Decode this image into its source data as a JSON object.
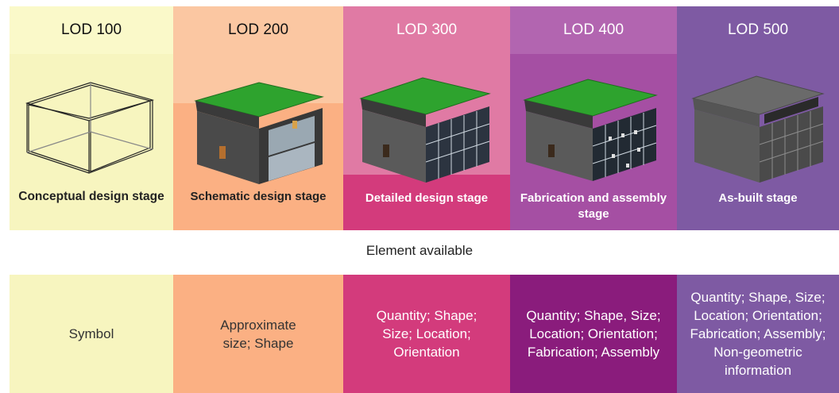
{
  "columns": [
    {
      "lod": "LOD 100",
      "stage": "Conceptual design stage",
      "elements": "Symbol"
    },
    {
      "lod": "LOD 200",
      "stage": "Schematic design stage",
      "elements": "Approximate\nsize; Shape"
    },
    {
      "lod": "LOD 300",
      "stage": "Detailed design stage",
      "elements": "Quantity; Shape;\nSize; Location;\nOrientation"
    },
    {
      "lod": "LOD 400",
      "stage": "Fabrication and assembly\nstage",
      "elements": "Quantity; Shape, Size;\nLocation; Orientation;\nFabrication; Assembly"
    },
    {
      "lod": "LOD 500",
      "stage": "As-built stage",
      "elements": "Quantity; Shape, Size;\nLocation; Orientation;\nFabrication; Assembly;\nNon-geometric\ninformation"
    }
  ],
  "row_label": "Element available",
  "colors": {
    "roof": "#2ea32e",
    "wall": "#444444",
    "glass": "#b8c8d6"
  }
}
